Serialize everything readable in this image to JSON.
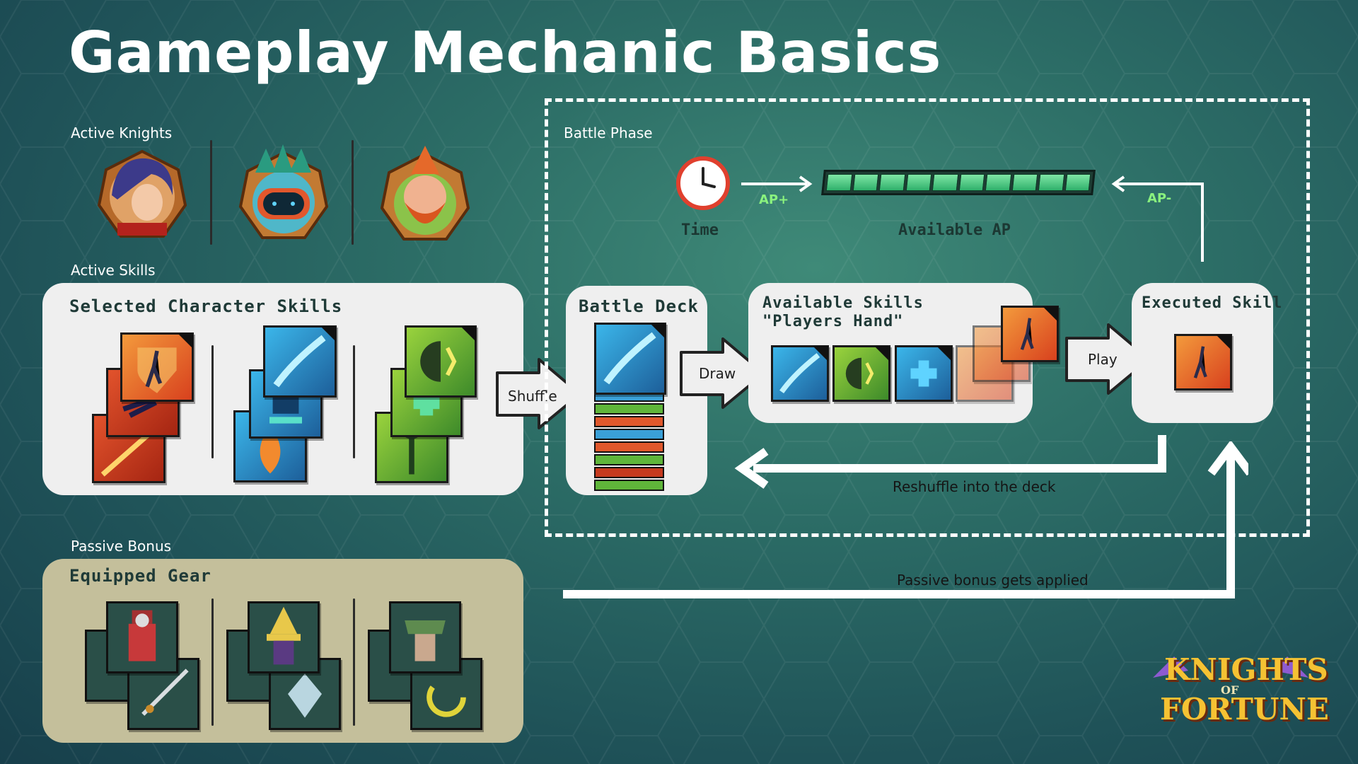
{
  "title": "Gameplay Mechanic Basics",
  "labels": {
    "active_knights": "Active Knights",
    "active_skills": "Active Skills",
    "passive_bonus": "Passive Bonus",
    "battle_phase": "Battle Phase"
  },
  "panels": {
    "selected_skills": "Selected Character Skills",
    "equipped_gear": "Equipped Gear",
    "battle_deck": "Battle Deck",
    "available_skills_line1": "Available Skills",
    "available_skills_line2": "\"Players Hand\"",
    "executed_skill": "Executed Skill"
  },
  "actions": {
    "shuffle": "Shuffle",
    "draw": "Draw",
    "play": "Play"
  },
  "ap": {
    "time_label": "Time",
    "available_label": "Available AP",
    "ap_plus": "AP+",
    "ap_minus": "AP-",
    "segments": 10
  },
  "notes": {
    "reshuffle": "Reshuffle into the deck",
    "passive_applied": "Passive bonus gets  applied"
  },
  "logo": {
    "line1": "KNIGHTS",
    "line2": "OF",
    "line3": "FORTUNE"
  },
  "colors": {
    "panel": "#efefef",
    "gear_panel": "#c4bf9b",
    "ap_green": "#8af27e"
  },
  "icons": [
    "clock-icon",
    "knight-portrait-woman",
    "knight-portrait-robot",
    "knight-portrait-bearded"
  ]
}
